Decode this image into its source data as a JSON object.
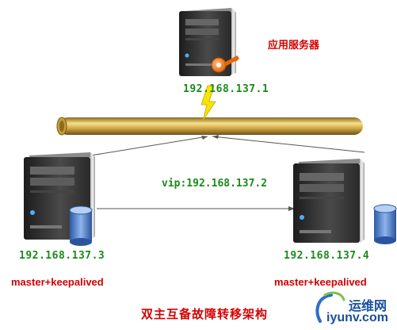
{
  "app_server": {
    "label": "应用服务器",
    "ip": "192.168.137.1"
  },
  "left_server": {
    "ip": "192.168.137.3",
    "role": "master+keepalived"
  },
  "right_server": {
    "ip": "192.168.137.4",
    "role": "master+keepalived"
  },
  "vip_label": "vip:192.168.137.2",
  "caption": "双主互备故障转移架构",
  "watermark": {
    "cn": "运维网",
    "url": "iyunv.com"
  }
}
